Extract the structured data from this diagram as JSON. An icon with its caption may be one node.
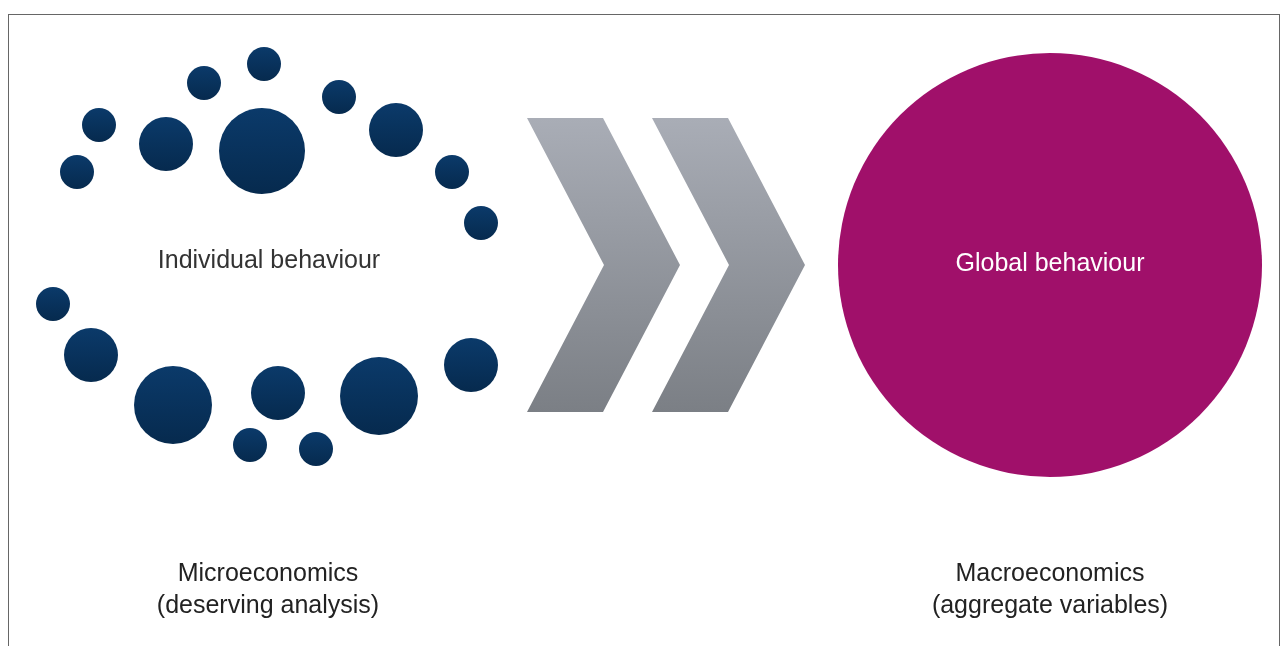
{
  "diagram": {
    "nodes": [
      {
        "text": [
          "Individual behaviour"
        ],
        "beside": [
          "Microeconomics (deserving analysis)"
        ]
      },
      {
        "text": [
          "Global behaviour"
        ],
        "beside": [
          "Macroeconomics (aggregate variables)"
        ]
      }
    ],
    "edges": [
      {
        "from": 0,
        "to": 1,
        "arrow": "to"
      }
    ]
  }
}
